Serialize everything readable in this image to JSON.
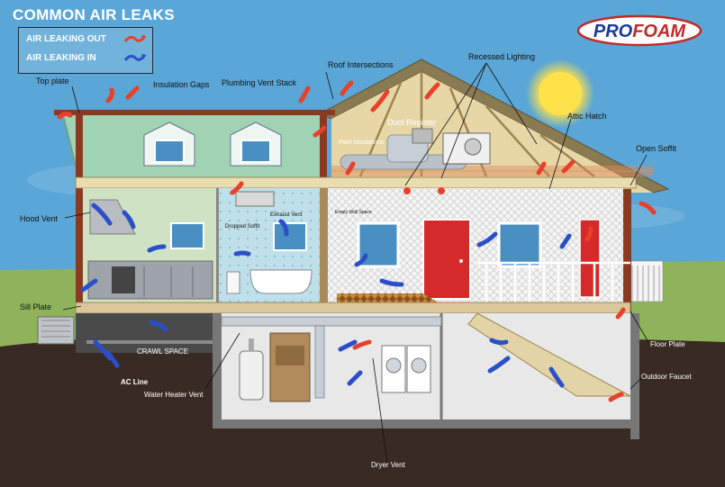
{
  "title": "COMMON AIR LEAKS",
  "legend": {
    "out_label": "AIR LEAKING OUT",
    "in_label": "AIR LEAKING IN",
    "out_color": "#e8402a",
    "in_color": "#2a4fc8"
  },
  "logo": {
    "text_pro": "PRO",
    "text_foam": "FOAM"
  },
  "labels": {
    "top_plate": "Top plate",
    "insulation_gaps": "Insulation Gaps",
    "plumbing_vent_stack": "Plumbing Vent Stack",
    "roof_intersections": "Roof Intersections",
    "recessed_lighting": "Recessed Lighting",
    "duct_register": "Duct Register",
    "poor_insulations": "Poor Insulations",
    "attic_hatch": "Attic Hatch",
    "open_soffit": "Open Soffit",
    "hood_vent": "Hood Vent",
    "dropped_soffit": "Dropped Soffit",
    "exhaust_vent": "Exhaust Vent",
    "empty_wall_space": "Empty Wall Space",
    "sill_plate": "Sill Plate",
    "crawl_space": "CRAWL SPACE",
    "ac_line": "AC Line",
    "water_heater_vent": "Water Heater Vent",
    "floor_plate": "Floor Plate",
    "outdoor_faucet": "Outdoor Faucet",
    "dryer_vent": "Dryer Vent"
  },
  "colors": {
    "sky": "#5aa6d6",
    "ground": "#3a2a24",
    "grass": "#8fb35a",
    "roof": "#8a7a52",
    "siding": "#e9e9e9",
    "framing": "#8b3a22",
    "kitchen_wall": "#cfe3c4",
    "bath_wall": "#bfe0ea",
    "basement": "#e8e8e8",
    "door": "#d42a2a",
    "sun": "#ffe14a"
  }
}
